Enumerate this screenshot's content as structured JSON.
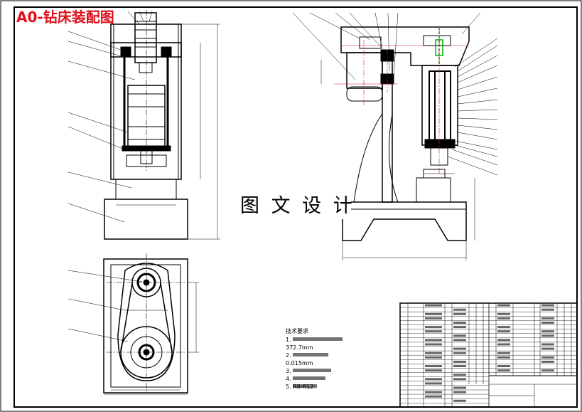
{
  "title": "A0-钻床装配图",
  "watermark": "图 文 设 计",
  "notes": {
    "heading": "技术要求",
    "lines": [
      "1.",
      "372.7mm",
      "2.",
      "0.015mm",
      "3.",
      "4.",
      "5.                   R8-R12"
    ]
  },
  "colors": {
    "title": "#e0101a",
    "line": "#000000",
    "centerline": "#d01070",
    "highlight": "#00b000"
  }
}
